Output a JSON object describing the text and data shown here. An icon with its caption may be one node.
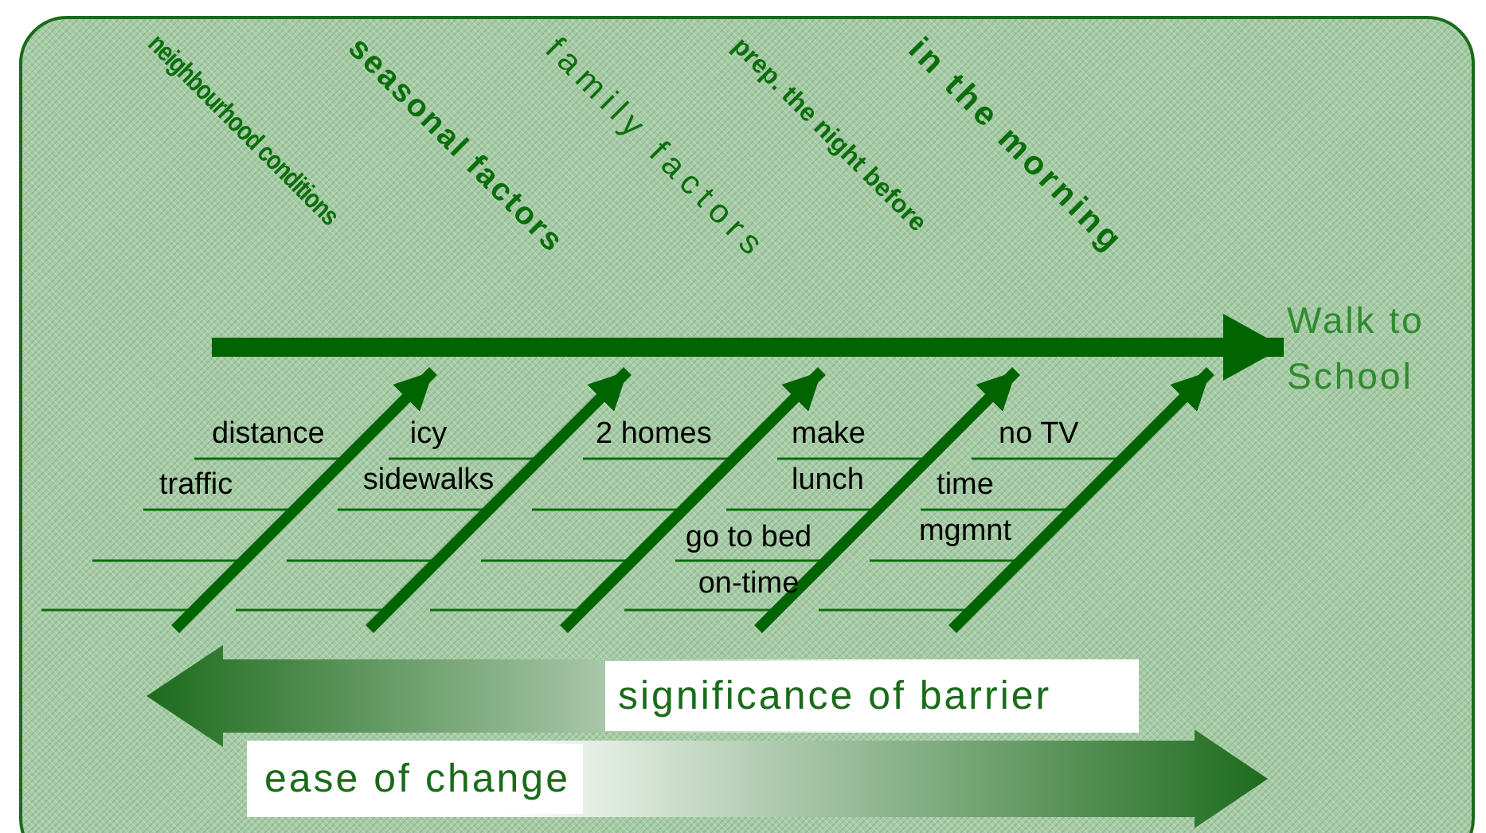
{
  "diagram": {
    "nodes": [
      {
        "text": [
          "neighbourhood conditions"
        ]
      },
      {
        "text": [
          "seasonal factors"
        ]
      },
      {
        "text": [
          "family factors"
        ]
      },
      {
        "text": [
          "prep. the night before"
        ]
      },
      {
        "text": [
          "in the morning"
        ]
      },
      {
        "text": [
          "Walk to School"
        ]
      }
    ],
    "edges": [
      {
        "from": null,
        "to": 5,
        "arrow": "to"
      }
    ],
    "labels": [
      "distance",
      "traffic",
      "icy sidewalks",
      "2 homes",
      "make lunch",
      "go to bed on-time",
      "no TV",
      "time mgmnt",
      "significance of barrier",
      "ease of change"
    ]
  }
}
